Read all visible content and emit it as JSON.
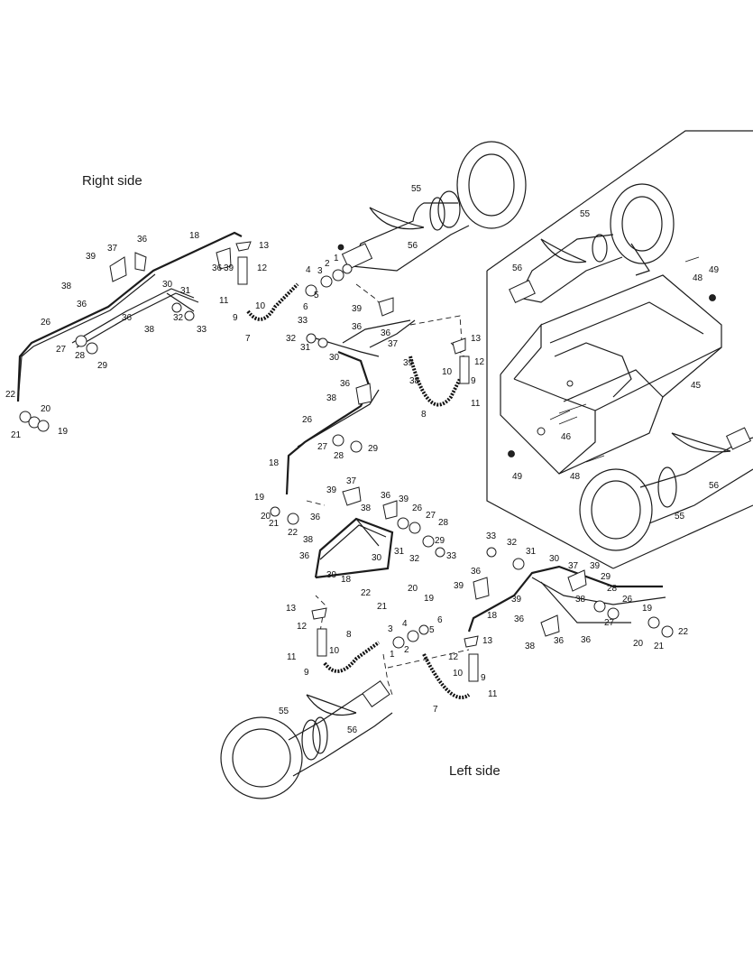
{
  "labels": {
    "right_side": "Right side",
    "left_side": "Left side"
  },
  "callouts": [
    "1",
    "2",
    "3",
    "4",
    "5",
    "6",
    "7",
    "8",
    "9",
    "10",
    "11",
    "12",
    "13",
    "18",
    "19",
    "20",
    "21",
    "22",
    "26",
    "27",
    "28",
    "29",
    "30",
    "31",
    "32",
    "33",
    "36",
    "37",
    "38",
    "39",
    "45",
    "46",
    "48",
    "49",
    "55",
    "56"
  ]
}
